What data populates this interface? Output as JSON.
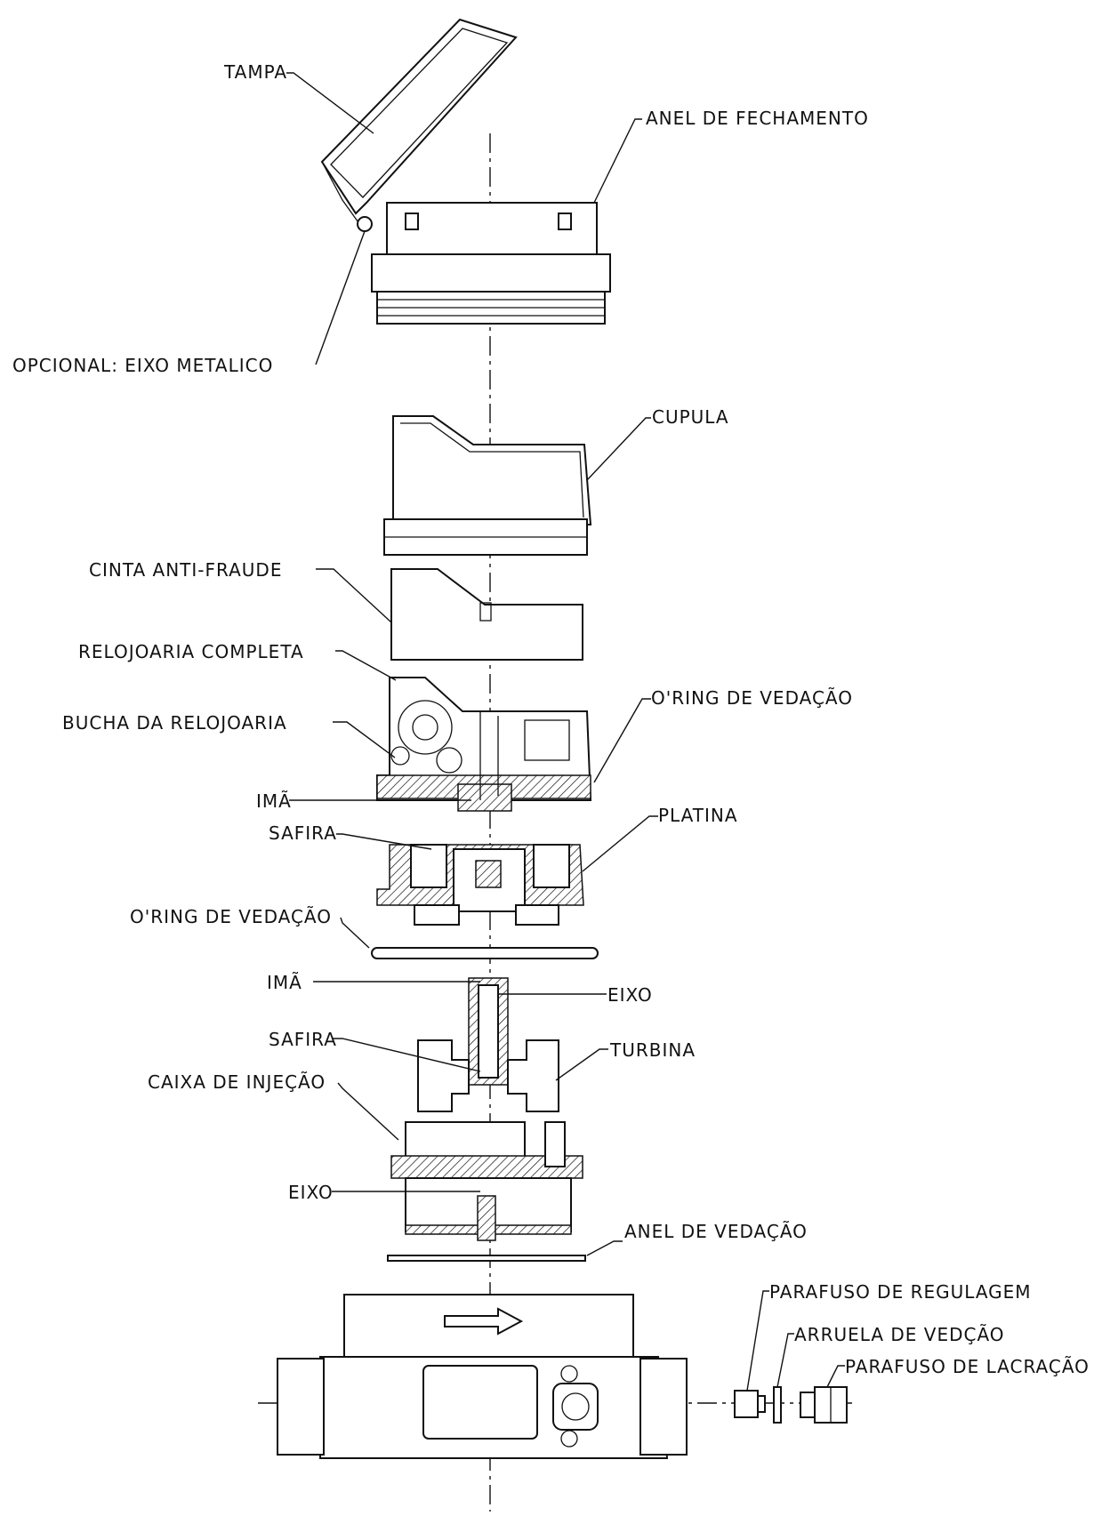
{
  "labels": {
    "tampa": "TAMPA",
    "anel_fechamento": "ANEL DE FECHAMENTO",
    "opcional_eixo": "OPCIONAL: EIXO METALICO",
    "cupula": "CUPULA",
    "cinta": "CINTA ANTI-FRAUDE",
    "relojoaria": "RELOJOARIA COMPLETA",
    "oring_1": "O'RING DE VEDAÇÃO",
    "bucha": "BUCHA DA RELOJOARIA",
    "ima_1": "IMÃ",
    "safira_1": "SAFIRA",
    "platina": "PLATINA",
    "oring_2": "O'RING DE VEDAÇÃO",
    "ima_2": "IMÃ",
    "eixo_1": "EIXO",
    "safira_2": "SAFIRA",
    "turbina": "TURBINA",
    "caixa": "CAIXA DE INJEÇÃO",
    "eixo_2": "EIXO",
    "anel_vedacao": "ANEL DE VEDAÇÃO",
    "parafuso_regulagem": "PARAFUSO DE REGULAGEM",
    "arruela": "ARRUELA DE VEDÇÃO",
    "parafuso_lacracao": "PARAFUSO DE LACRAÇÃO"
  },
  "colors": {
    "ink": "#111111",
    "paper": "#ffffff"
  }
}
